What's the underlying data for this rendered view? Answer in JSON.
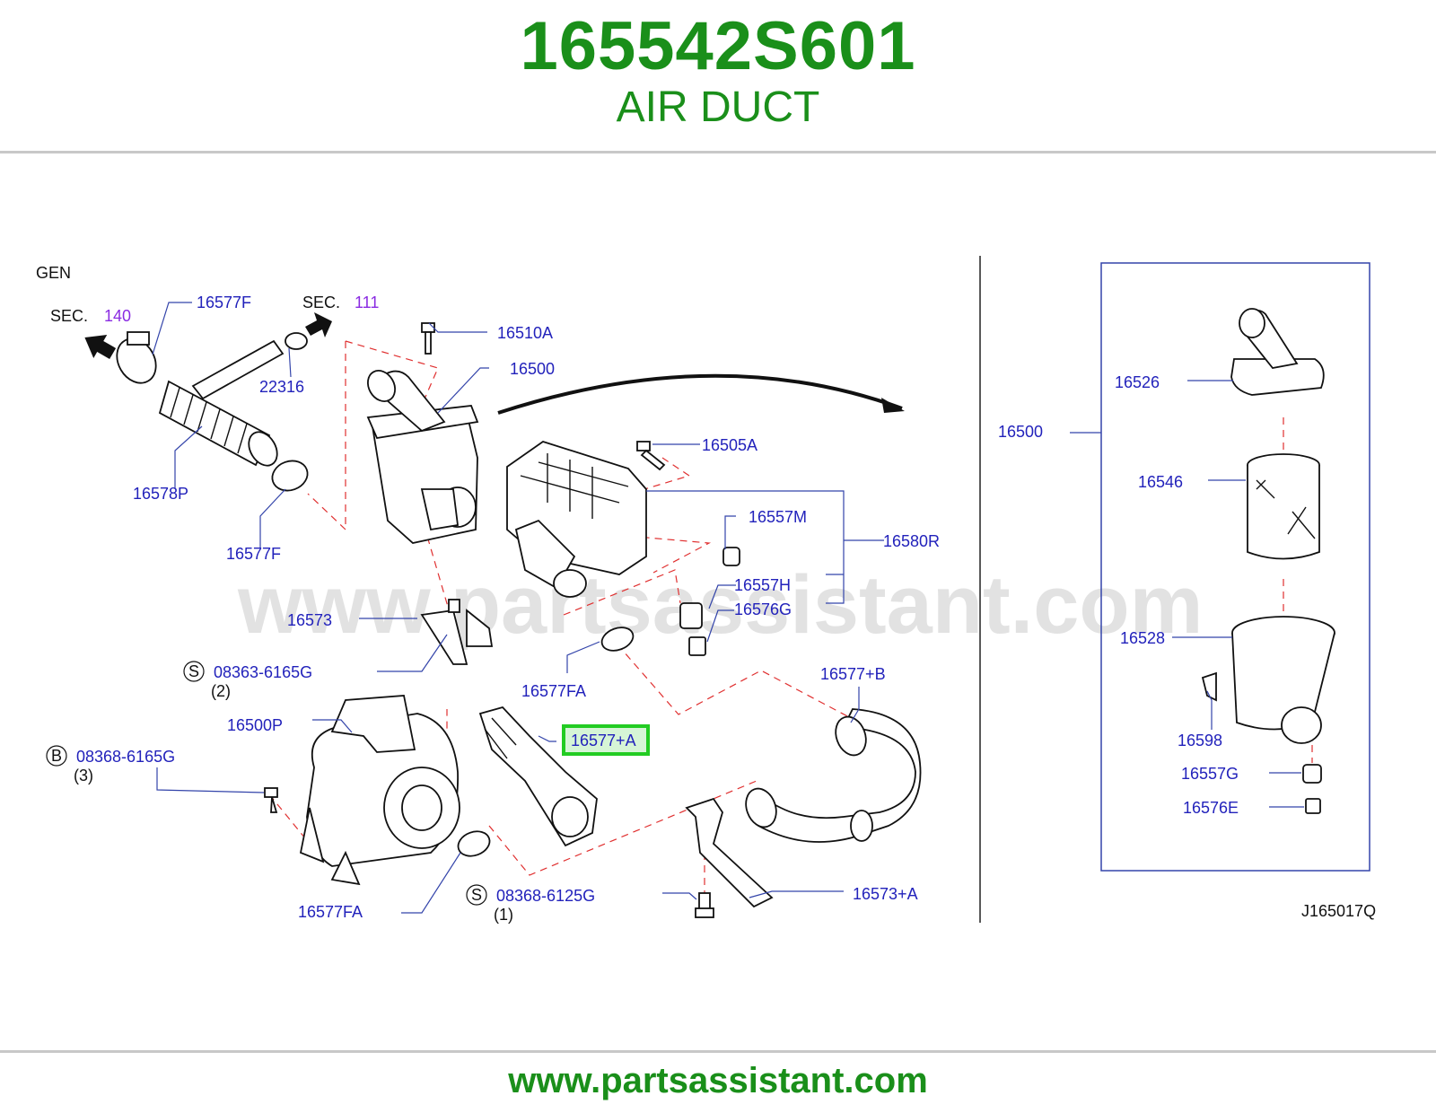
{
  "header": {
    "part_number": "165542S601",
    "part_name": "AIR DUCT"
  },
  "footer": {
    "url": "www.partsassistant.com"
  },
  "watermark": "www.partsassistant.com",
  "diagram": {
    "gen": "GEN",
    "sec_140": {
      "prefix": "SEC.",
      "number": "140"
    },
    "sec_111": {
      "prefix": "SEC.",
      "number": "111"
    },
    "code": "J165017Q",
    "labels": {
      "p16577F_top": "16577F",
      "p22316": "22316",
      "p16510A": "16510A",
      "p16500": "16500",
      "p16578P": "16578P",
      "p16577F_bottom": "16577F",
      "p16505A": "16505A",
      "p16557M": "16557M",
      "p16580R": "16580R",
      "p16557H": "16557H",
      "p16576G": "16576G",
      "p16573": "16573",
      "p08363": "08363-6165G",
      "p08363_qty": "(2)",
      "p16577FA_mid": "16577FA",
      "p16577B": "16577+B",
      "p16500P": "16500P",
      "p16577A": "16577+A",
      "p08368_6165": "08368-6165G",
      "p08368_6165_qty": "(3)",
      "p16577FA_bottom": "16577FA",
      "p08368_6125": "08368-6125G",
      "p08368_6125_qty": "(1)",
      "p16573A": "16573+A",
      "p16526": "16526",
      "p16500_box": "16500",
      "p16546": "16546",
      "p16528": "16528",
      "p16598": "16598",
      "p16557G": "16557G",
      "p16576E": "16576E"
    },
    "markers": {
      "s": "S",
      "b": "B"
    },
    "highlight": {
      "label": "16577+A",
      "color": "#22cc22",
      "fill": "#d6f5d6"
    }
  }
}
